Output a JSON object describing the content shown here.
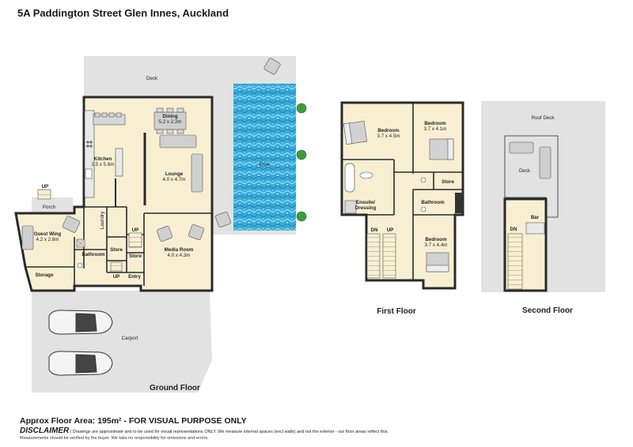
{
  "title": "5A Paddington Street Glen Innes, Auckland",
  "colors": {
    "room": "#f8efd3",
    "outdoor": "#e2e2e2",
    "wall": "#2a2a2a",
    "pool": "#3aaed8",
    "shrub": "#3c9d3c"
  },
  "floors": {
    "ground": "Ground Floor",
    "first": "First Floor",
    "second": "Second  Floor"
  },
  "rooms": {
    "deck": "Deck",
    "dining_name": "Dining",
    "dining_dim": "5.2 x 2.2m",
    "kitchen_name": "Kitchen",
    "kitchen_dim": "2.5 x 5.6m",
    "lounge_name": "Lounge",
    "lounge_dim": "4.0 x 4.7m",
    "pool": "Pool",
    "porch": "Porch",
    "guest_name": "Guest Wing",
    "guest_dim": "4.2 x 2.8m",
    "laundry": "Laundry",
    "bathroom": "Bathroom",
    "store1": "Store",
    "store2": "Store",
    "media_name": "Media Room",
    "media_dim": "4.0 x 4.3m",
    "storage": "Storage",
    "entry": "Entry",
    "carport": "Carport",
    "up1": "UP",
    "up2": "UP",
    "up3": "UP",
    "ff_bed1_name": "Bedroom",
    "ff_bed1_dim": "3.7 x 4.5m",
    "ff_bed2_name": "Bedroom",
    "ff_bed2_dim": "3.7 x 4.1m",
    "ff_store": "Store",
    "ff_ensuite_1": "Ensuite/",
    "ff_ensuite_2": "Dressing",
    "ff_bathroom": "Bathroom",
    "ff_dn": "DN",
    "ff_up": "UP",
    "ff_bed3_name": "Bedroom",
    "ff_bed3_dim": "3.7 x 4.4m",
    "sf_roof_deck": "Roof Deck",
    "sf_deck": "Deck",
    "sf_bar": "Bar",
    "sf_dn": "DN"
  },
  "footer": {
    "area": "Approx Floor Area: 195m² - FOR VISUAL PURPOSE ONLY",
    "disclaimer_head": "DISCLAIMER",
    "disclaimer_line1": " | Drawings are approximate and to be used for visual representations ONLY. We measure internal spaces (excl walls) and not the exterior - our floor areas reflect this.",
    "disclaimer_line2": "Measurements should be verified by the buyer. We take no responsibility for omissions and errors."
  }
}
